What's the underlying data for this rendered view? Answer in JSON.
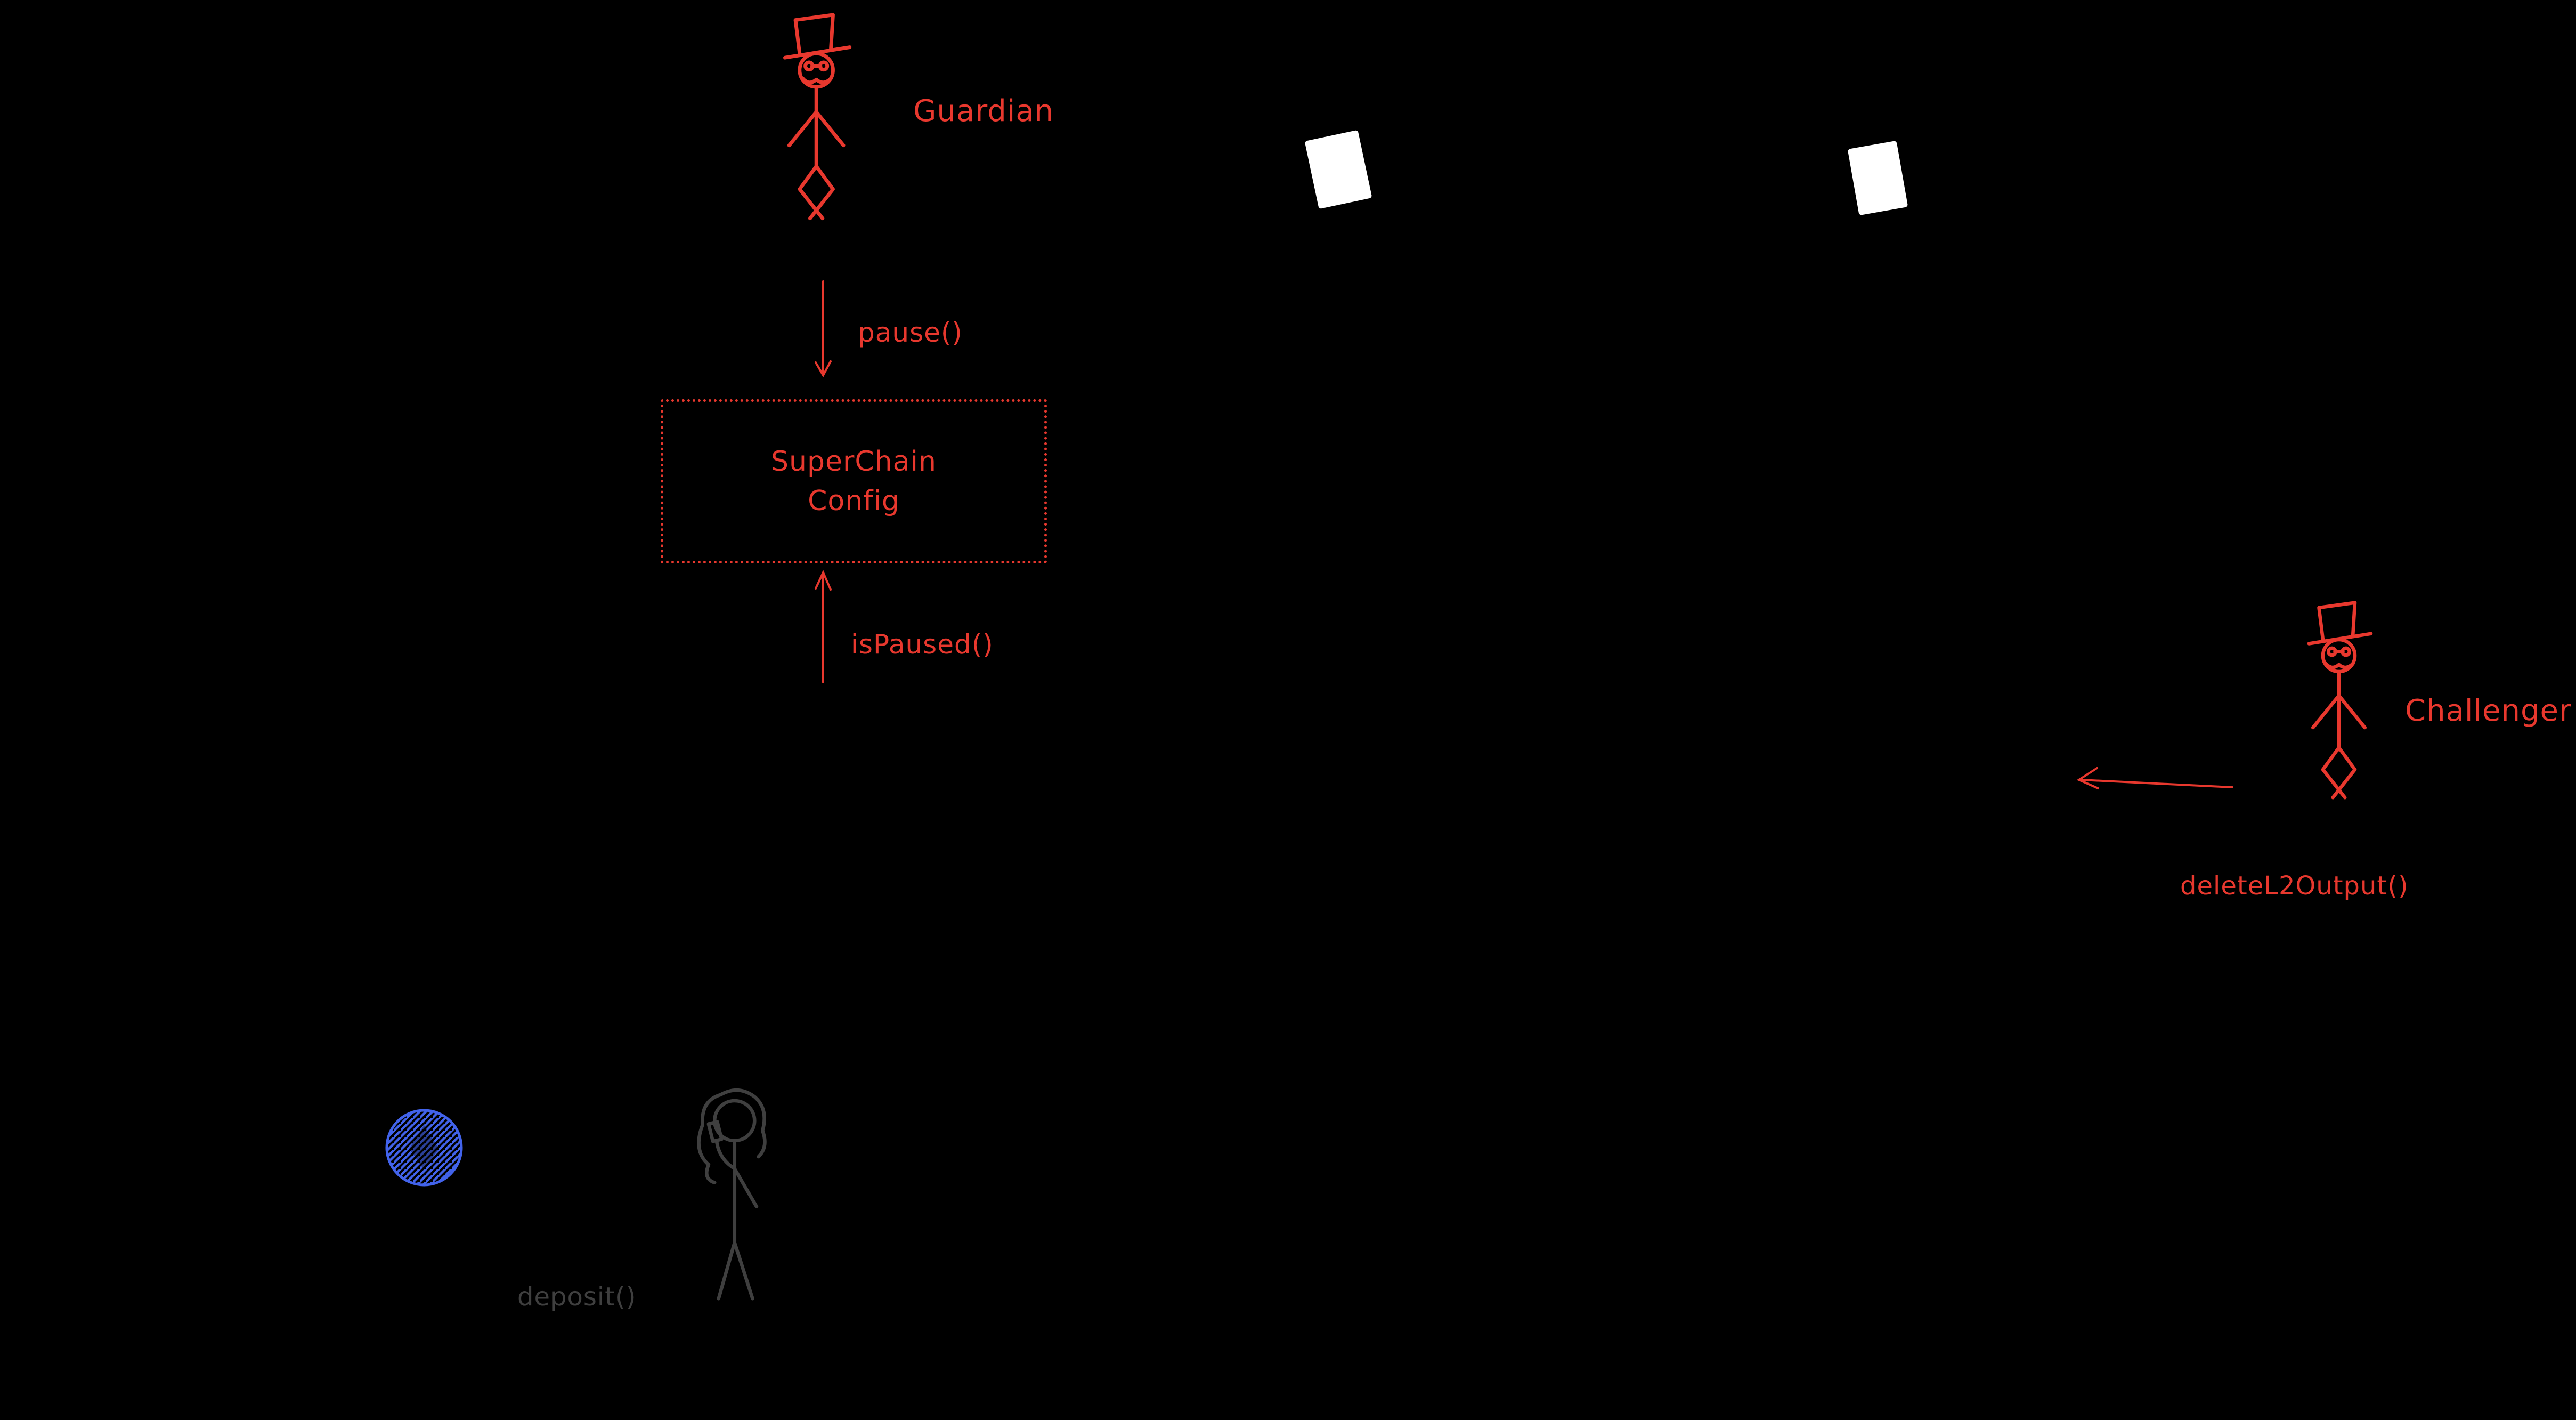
{
  "colors": {
    "background": "#000000",
    "accent_red": "#e8382e",
    "eth_blue": "#4263eb",
    "muted_gray": "#3f3f3f",
    "doc_white": "#ffffff"
  },
  "guardian": {
    "label": "Guardian",
    "call_label": "pause()"
  },
  "superchain_config": {
    "line1": "SuperChain",
    "line2": "Config",
    "query_label": "isPaused()"
  },
  "challenger": {
    "label": "Challenger",
    "call_label": "deleteL2Output()"
  },
  "depositor": {
    "call_label": "deposit()"
  },
  "icons": {
    "guardian_figure": "villain-stick-figure",
    "challenger_figure": "villain-stick-figure",
    "depositor_figure": "user-stick-figure",
    "eth_token": "hatched-circle-token",
    "documents": "white-paper-sheet"
  }
}
